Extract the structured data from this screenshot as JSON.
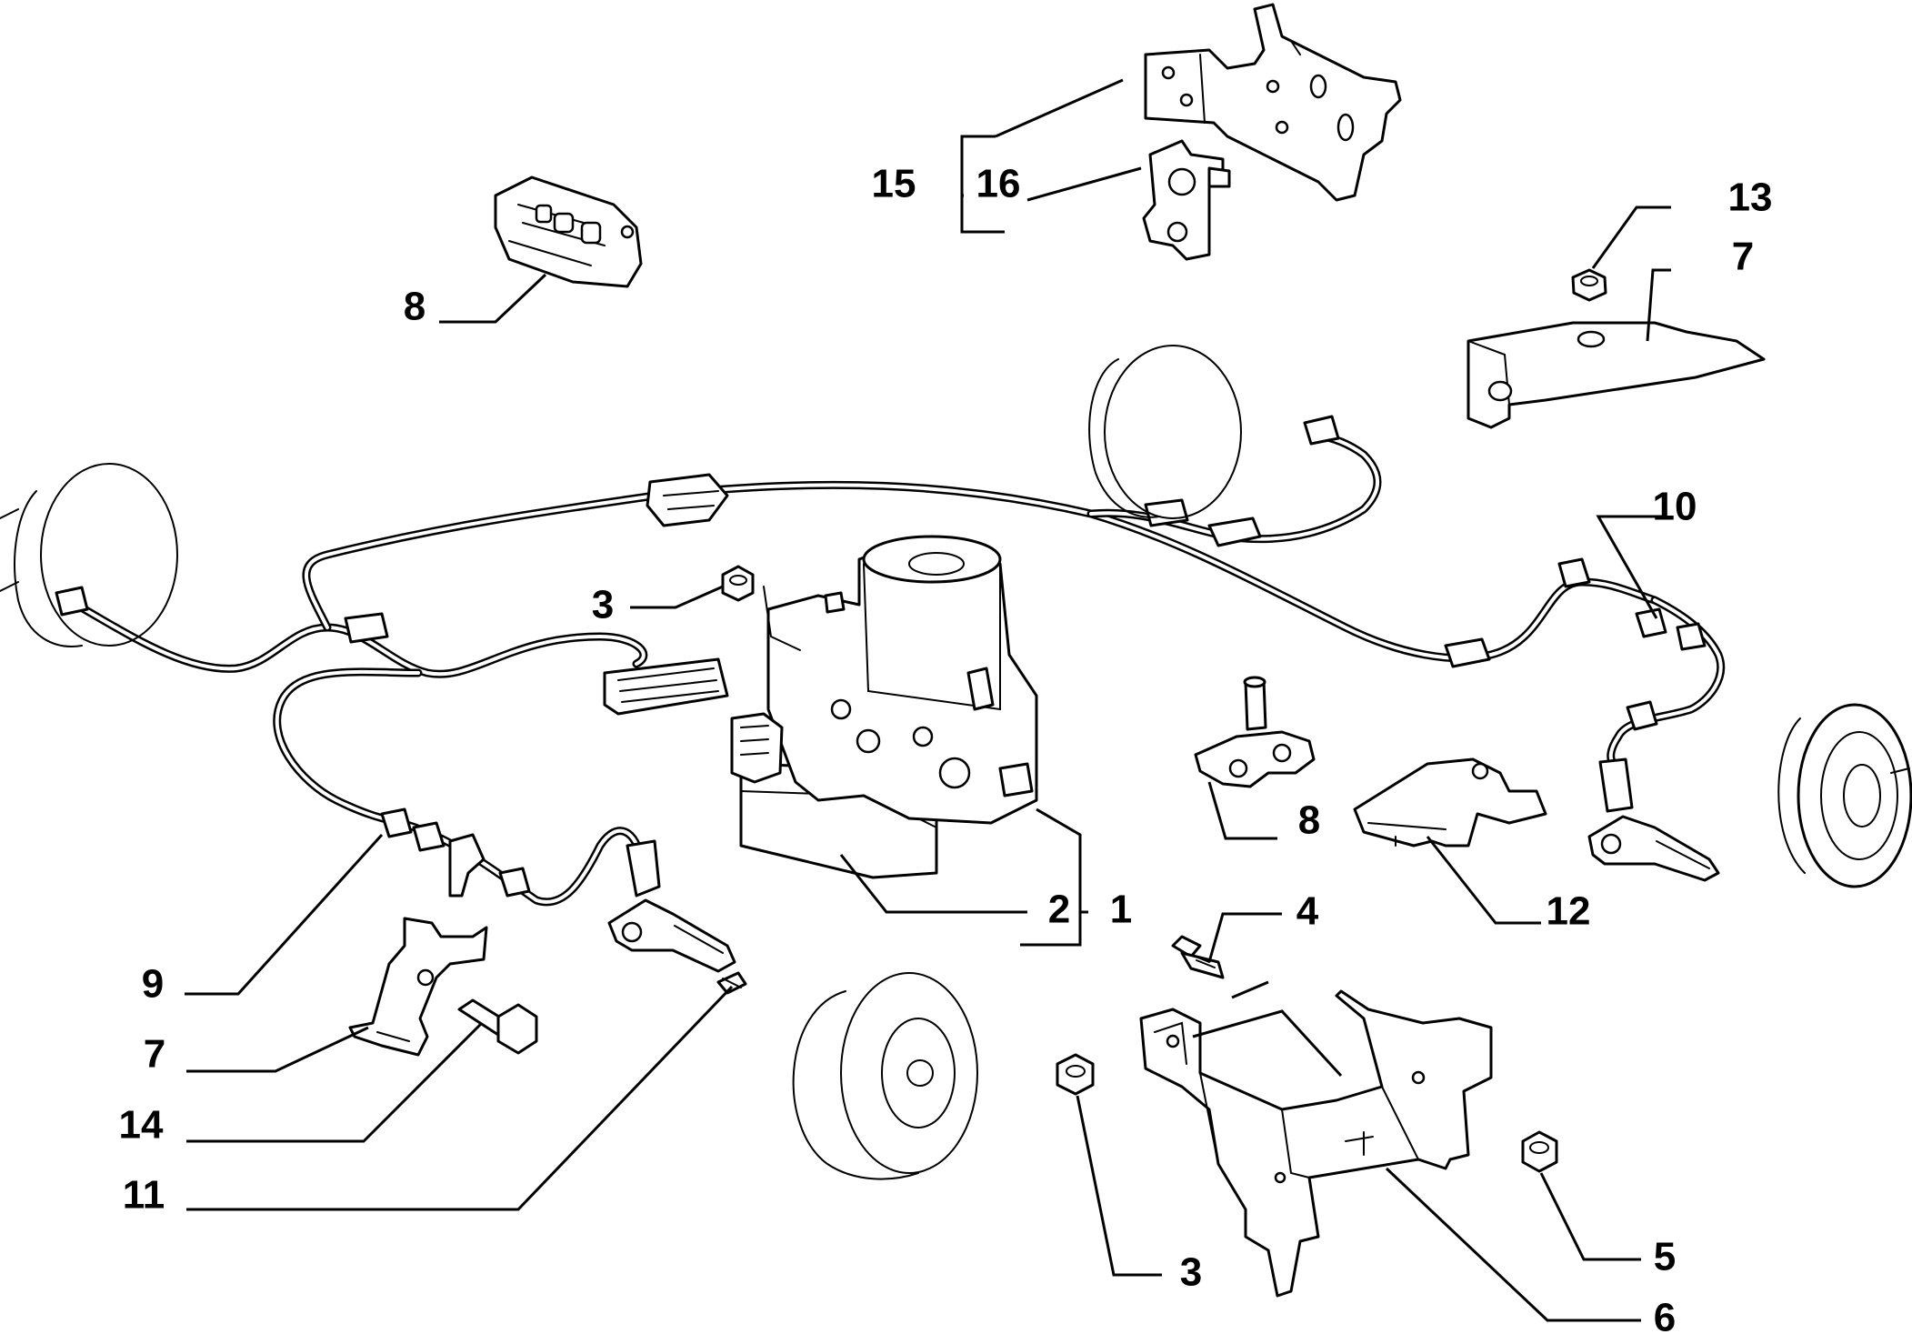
{
  "callouts": {
    "c1": "1",
    "c2": "2",
    "c3a": "3",
    "c3b": "3",
    "c4": "4",
    "c5": "5",
    "c6": "6",
    "c7a": "7",
    "c7b": "7",
    "c8a": "8",
    "c8b": "8",
    "c9": "9",
    "c10": "10",
    "c11": "11",
    "c12": "12",
    "c13": "13",
    "c14": "14",
    "c15": "15",
    "c16": "16"
  }
}
